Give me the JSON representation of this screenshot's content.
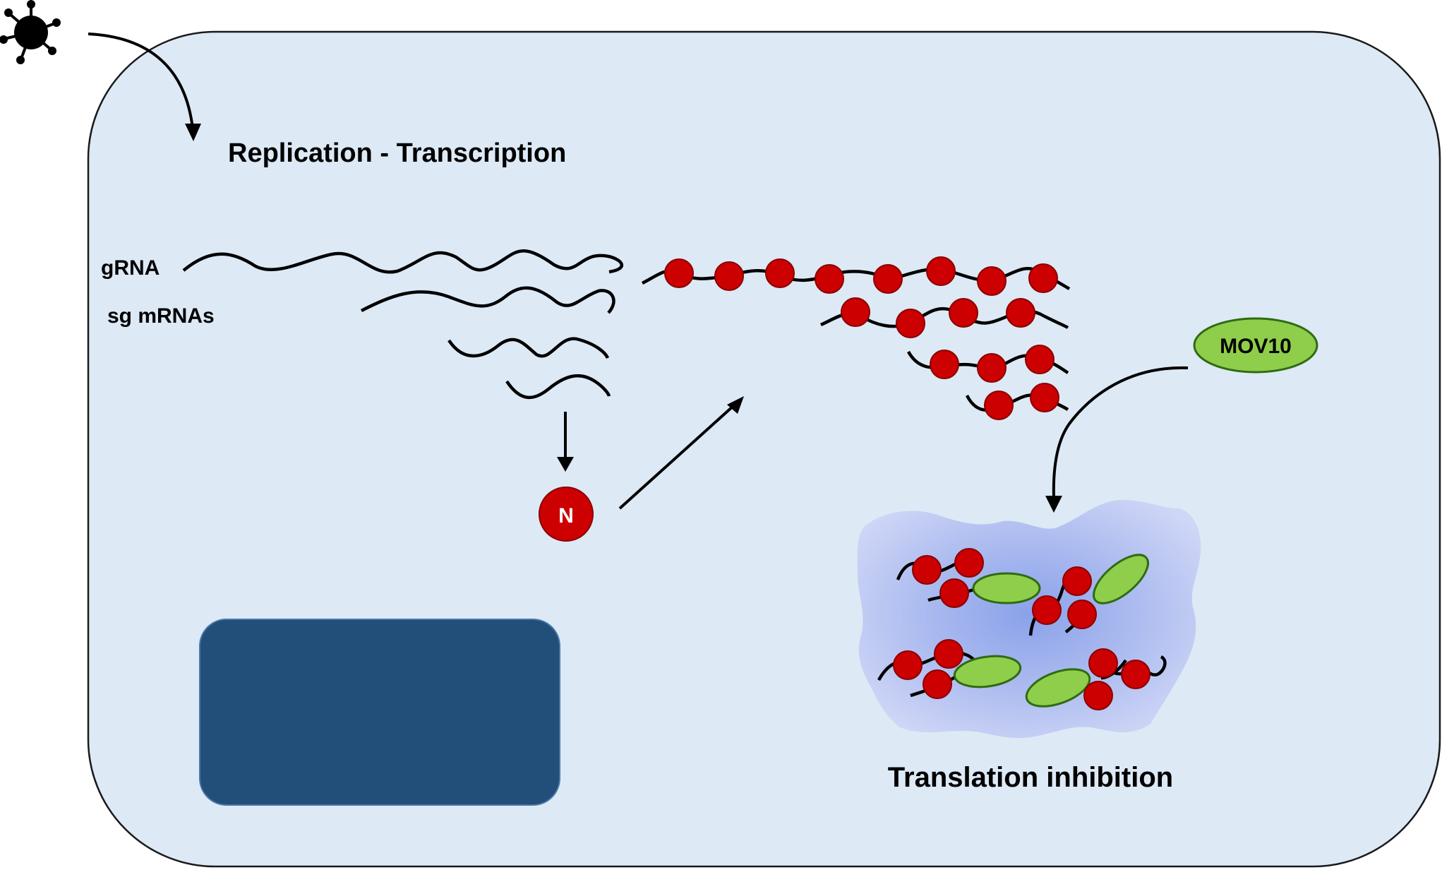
{
  "labels": {
    "title": "Replication - Transcription",
    "grna": "gRNA",
    "sgmrnas": "sg mRNAs",
    "n_protein": "N",
    "mov10": "MOV10",
    "bottom": "Translation inhibition"
  },
  "icons": {
    "virus": "virus-icon",
    "n_protein": "n-protein-circle-icon",
    "mov10": "mov10-ellipse-icon",
    "condensate": "stress-granule-icon"
  },
  "colors": {
    "cell_fill": "#dde9f5",
    "cell_stroke": "#1a1a1a",
    "n_red": "#cc0000",
    "n_stroke": "#8a0000",
    "mov10_green": "#8fce4a",
    "mov10_stroke": "#2f6b12",
    "nucleus": "#214f79",
    "condensate_core": "#8fa6ea",
    "condensate_edge": "#cdd5f6"
  }
}
